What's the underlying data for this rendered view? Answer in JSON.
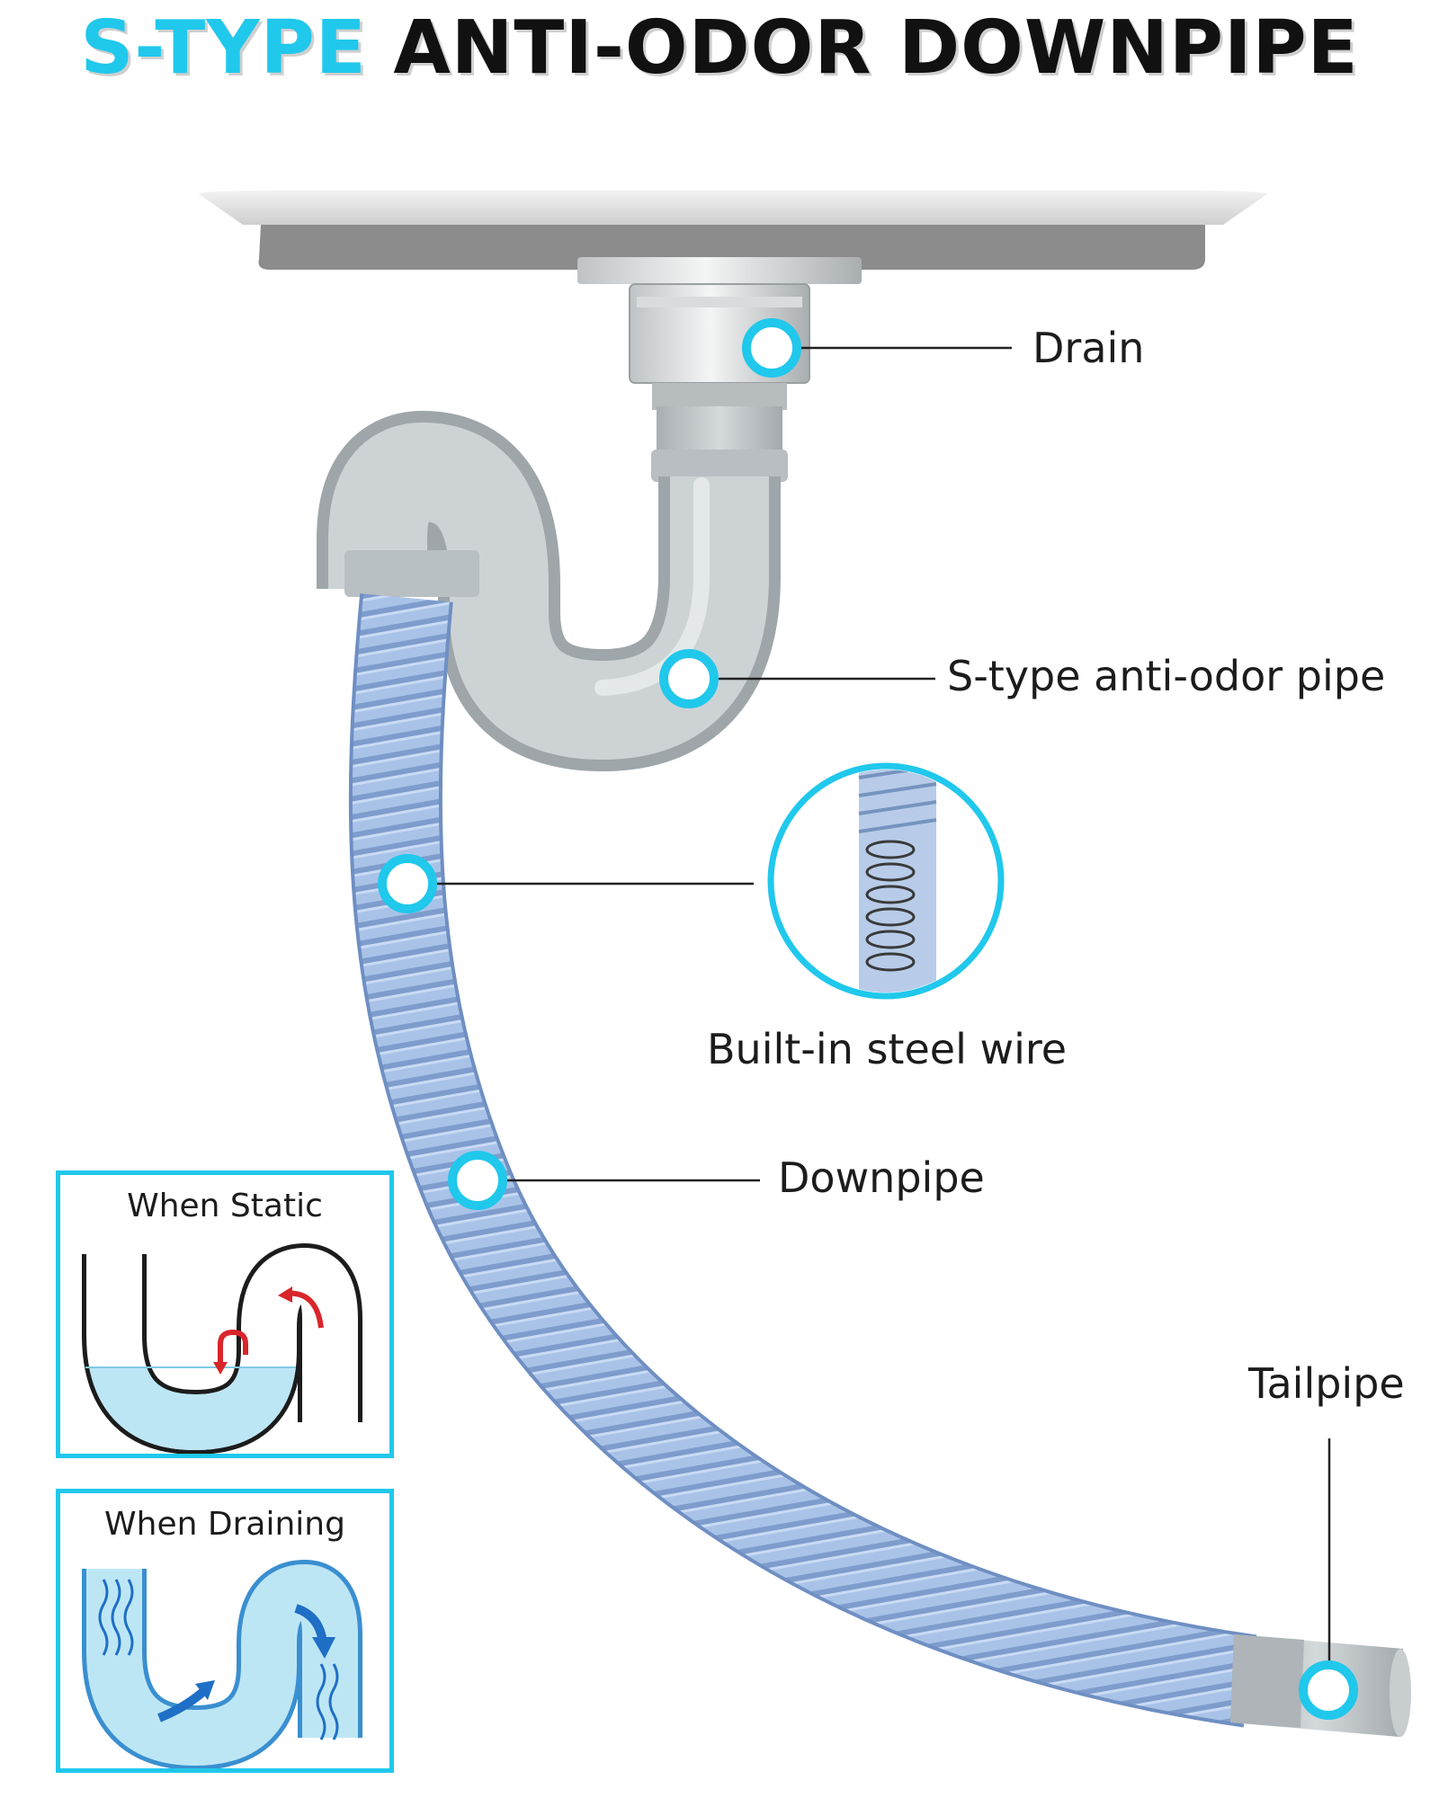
{
  "title": {
    "accent": "S-TYPE",
    "main": " ANTI-ODOR DOWNPIPE"
  },
  "labels": {
    "drain": "Drain",
    "s_pipe": "S-type anti-odor pipe",
    "steel_wire": "Built-in steel wire",
    "downpipe": "Downpipe",
    "tailpipe": "Tailpipe"
  },
  "panels": {
    "static": "When Static",
    "draining": "When Draining"
  },
  "colors": {
    "accent": "#20c8ec",
    "hose": "#a9c3e8",
    "pipe": "#c5cbce",
    "water": "#bde6f5",
    "arrow_red": "#d8262b",
    "arrow_blue": "#1f6fc6"
  }
}
